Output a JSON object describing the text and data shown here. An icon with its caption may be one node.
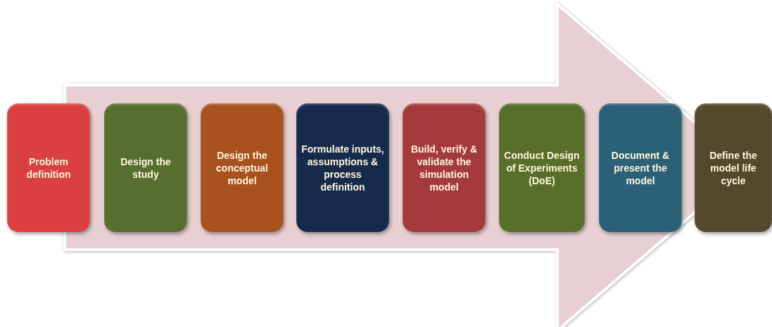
{
  "diagram": {
    "nodes": [
      {
        "text": [
          "Problem definition"
        ]
      },
      {
        "text": [
          "Design the study"
        ]
      },
      {
        "text": [
          "Design the conceptual model"
        ]
      },
      {
        "text": [
          "Formulate inputs, assumptions & process definition"
        ]
      },
      {
        "text": [
          "Build, verify & validate the simulation model"
        ]
      },
      {
        "text": [
          "Conduct Design of Experiments (DoE)"
        ]
      },
      {
        "text": [
          "Document & present the model"
        ]
      },
      {
        "text": [
          "Define the model life cycle"
        ]
      }
    ],
    "edges": [
      {
        "from": 0,
        "to": 7,
        "arrow": "to",
        "style": "thick"
      }
    ]
  }
}
